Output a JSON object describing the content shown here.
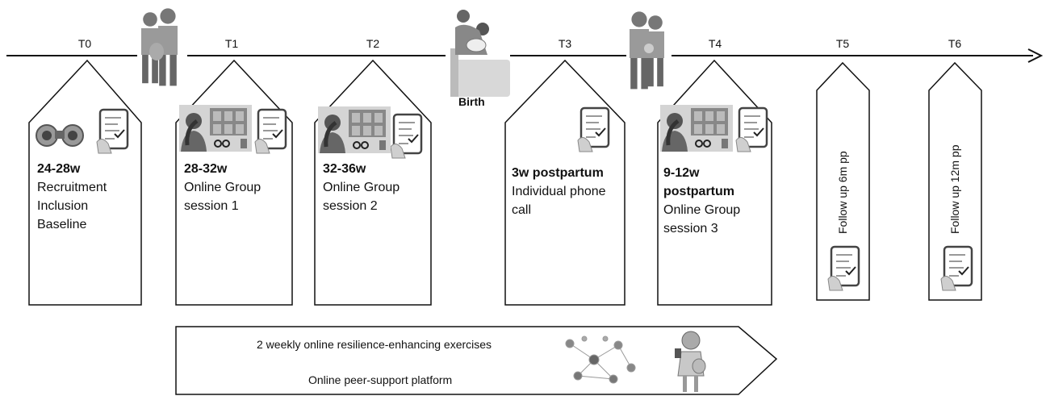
{
  "timepoints": [
    "T0",
    "T1",
    "T2",
    "T3",
    "T4",
    "T5",
    "T6"
  ],
  "birth_label": "Birth",
  "cards": [
    {
      "title": "24-28w",
      "lines": [
        "Recruitment",
        "Inclusion",
        "Baseline"
      ]
    },
    {
      "title": "28-32w",
      "lines": [
        "Online Group",
        "session 1"
      ]
    },
    {
      "title": "32-36w",
      "lines": [
        "Online Group",
        "session 2"
      ]
    },
    {
      "title": "3w postpartum",
      "lines": [
        "Individual phone",
        "call"
      ]
    },
    {
      "title": "9-12w",
      "title2": "postpartum",
      "lines": [
        "Online Group",
        "session 3"
      ]
    }
  ],
  "followups": [
    "Follow up 6m pp",
    "Follow up 12m pp"
  ],
  "intervention": {
    "line1": "2 weekly online resilience-enhancing exercises",
    "line2": "Online peer-support platform"
  },
  "icons": {
    "couple_pregnant": "couple-pregnant-icon",
    "mother_newborn": "mother-newborn-icon",
    "family_baby": "family-baby-icon",
    "binoculars": "binoculars-icon",
    "tablet_checklist": "tablet-checklist-icon",
    "video_call": "video-call-icon",
    "social_network": "social-network-icon",
    "pregnant_woman_phone": "pregnant-woman-phone-icon"
  },
  "colors": {
    "line": "#111111",
    "icon_gray": "#9a9a9a",
    "icon_dark": "#555555"
  }
}
